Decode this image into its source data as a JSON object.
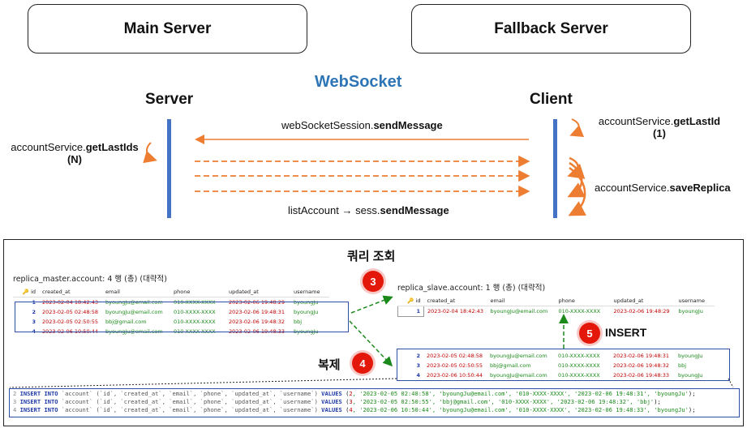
{
  "boxes": {
    "main": "Main Server",
    "fallback": "Fallback Server"
  },
  "title": "WebSocket",
  "roles": {
    "server": "Server",
    "client": "Client"
  },
  "labels": {
    "left_pre": "accountService.",
    "left_bold": "getLastIds",
    "left_sub": "(N)",
    "right1_pre": "accountService.",
    "right1_bold": "getLastId",
    "right1_sub": "(1)",
    "right2_pre": "accountService.",
    "right2_bold": "saveReplica",
    "top_pre": "webSocketSession.",
    "top_bold": "sendMessage",
    "bottom_pre": "listAccount → sess.",
    "bottom_bold": "sendMessage"
  },
  "panel": {
    "query_label": "쿼리 조회",
    "replicate_label": "복제",
    "insert_label": "INSERT",
    "badges": [
      "3",
      "4",
      "5"
    ]
  },
  "master": {
    "caption": "replica_master.account: 4 행 (총) (대략적)",
    "columns": [
      "id",
      "created_at",
      "email",
      "phone",
      "updated_at",
      "username"
    ],
    "rows": [
      [
        "1",
        "2023-02-04 18:42:43",
        "byoungJu@email.com",
        "010-XXXX-XXXX",
        "2023-02-06 19:48:29",
        "byoungJu"
      ],
      [
        "2",
        "2023-02-05 02:48:58",
        "byoungJu@email.com",
        "010-XXXX-XXXX",
        "2023-02-06 19:48:31",
        "byoungJu"
      ],
      [
        "3",
        "2023-02-05 02:50:55",
        "bbj@gmail.com",
        "010-XXXX-XXXX",
        "2023-02-06 19:48:32",
        "bbj"
      ],
      [
        "4",
        "2023-02-06 10:50:44",
        "byoungJu@email.com",
        "010-XXXX-XXXX",
        "2023-02-06 19:48:33",
        "byoungJu"
      ]
    ]
  },
  "slave": {
    "caption": "replica_slave.account: 1 행 (총) (대략적)",
    "columns": [
      "id",
      "created_at",
      "email",
      "phone",
      "updated_at",
      "username"
    ],
    "rows": [
      [
        "1",
        "2023-02-04 18:42:43",
        "byoungJu@email.com",
        "010-XXXX-XXXX",
        "2023-02-06 19:48:29",
        "byoungJu"
      ]
    ],
    "replicated_rows": [
      [
        "2",
        "2023-02-05 02:48:58",
        "byoungJu@email.com",
        "010-XXXX-XXXX",
        "2023-02-06 19:48:31",
        "byoungJu"
      ],
      [
        "3",
        "2023-02-05 02:50:55",
        "bbj@gmail.com",
        "010-XXXX-XXXX",
        "2023-02-06 19:48:32",
        "bbj"
      ],
      [
        "4",
        "2023-02-06 10:50:44",
        "byoungJu@email.com",
        "010-XXXX-XXXX",
        "2023-02-06 19:48:33",
        "byoungJu"
      ]
    ]
  },
  "sql": {
    "lines": [
      {
        "n": "2",
        "kw1": "INSERT INTO",
        "table": "`account`",
        "cols": "(`id`, `created_at`, `email`, `phone`, `updated_at`, `username`)",
        "kw2": "VALUES",
        "open": "(",
        "id": "2",
        "vals": ", '2023-02-05 02:48:58', 'byoungJu@email.com', '010-XXXX-XXXX', '2023-02-06 19:48:31', 'byoungJu'",
        "close": ");"
      },
      {
        "n": "3",
        "kw1": "INSERT INTO",
        "table": "`account`",
        "cols": "(`id`, `created_at`, `email`, `phone`, `updated_at`, `username`)",
        "kw2": "VALUES",
        "open": "(",
        "id": "3",
        "vals": ", '2023-02-05 02:50:55', 'bbj@gmail.com', '010-XXXX-XXXX', '2023-02-06 19:48:32', 'bbj'",
        "close": ");"
      },
      {
        "n": "4",
        "kw1": "INSERT INTO",
        "table": "`account`",
        "cols": "(`id`, `created_at`, `email`, `phone`, `updated_at`, `username`)",
        "kw2": "VALUES",
        "open": "(",
        "id": "4",
        "vals": ", '2023-02-06 10:50:44', 'byoungJu@email.com', '010-XXXX-XXXX', '2023-02-06 19:48:33', 'byoungJu'",
        "close": ");"
      }
    ]
  },
  "colors": {
    "accent": "#2e75b6",
    "bar": "#4472c4",
    "orange": "#ed7d31",
    "green": "#1b8a1b",
    "badge": "#e3170a",
    "highlight": "#2f4ea8"
  }
}
